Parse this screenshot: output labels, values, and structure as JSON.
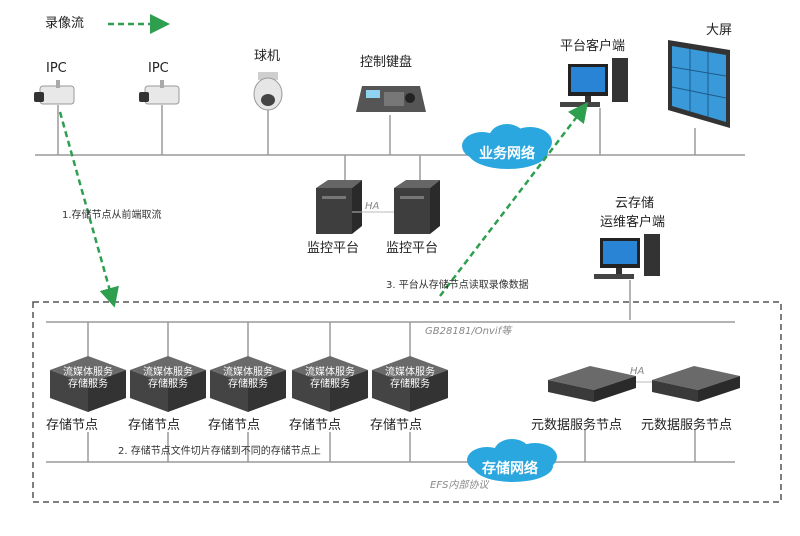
{
  "legend": {
    "label": "录像流"
  },
  "devices": {
    "ipc1": "IPC",
    "ipc2": "IPC",
    "dome": "球机",
    "keyboard": "控制键盘",
    "client": "平台客户端",
    "screen": "大屏",
    "monitor1": "监控平台",
    "monitor2": "监控平台",
    "cloud_client": [
      "云存储",
      "运维客户端"
    ]
  },
  "networks": {
    "business": "业务网络",
    "storage": "存储网络"
  },
  "ha": {
    "top": "HA",
    "meta": "HA"
  },
  "protocol_labels": {
    "gb": "GB28181/Onvif等",
    "efs": "EFS内部协议"
  },
  "flows": {
    "step1": "1.存储节点从前端取流",
    "step2": "2. 存储节点文件切片存储到不同的存储节点上",
    "step3": "3. 平台从存储节点读取录像数据"
  },
  "storage_nodes": [
    {
      "inner": [
        "流媒体服务",
        "存储服务"
      ],
      "label": "存储节点"
    },
    {
      "inner": [
        "流媒体服务",
        "存储服务"
      ],
      "label": "存储节点"
    },
    {
      "inner": [
        "流媒体服务",
        "存储服务"
      ],
      "label": "存储节点"
    },
    {
      "inner": [
        "流媒体服务",
        "存储服务"
      ],
      "label": "存储节点"
    },
    {
      "inner": [
        "流媒体服务",
        "存储服务"
      ],
      "label": "存储节点"
    }
  ],
  "meta_nodes": [
    {
      "label": "元数据服务节点"
    },
    {
      "label": "元数据服务节点"
    }
  ],
  "colors": {
    "flow": "#2e9e4f",
    "cloud": "#2aa7df",
    "line": "#9a9a9a",
    "box": "#555555"
  }
}
